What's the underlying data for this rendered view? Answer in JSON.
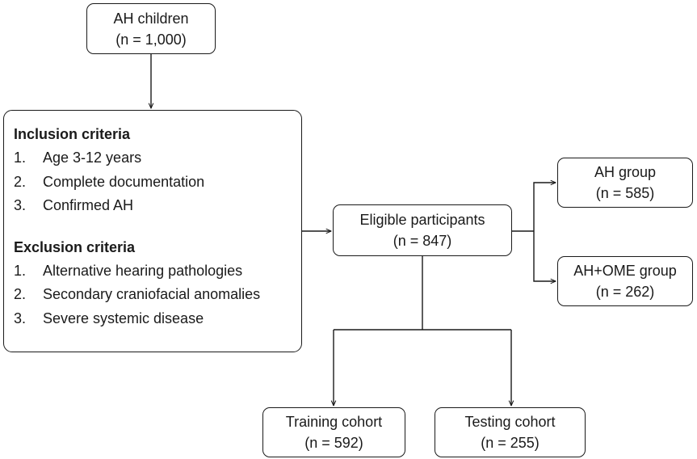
{
  "nodes": {
    "ah_children": {
      "title": "AH children",
      "count": "(n = 1,000)"
    },
    "criteria": {
      "inclusion": {
        "heading": "Inclusion criteria",
        "items": [
          {
            "num": "1.",
            "text": "Age 3-12 years"
          },
          {
            "num": "2.",
            "text": "Complete documentation"
          },
          {
            "num": "3.",
            "text": "Confirmed AH"
          }
        ]
      },
      "exclusion": {
        "heading": "Exclusion criteria",
        "items": [
          {
            "num": "1.",
            "text": "Alternative hearing pathologies"
          },
          {
            "num": "2.",
            "text": "Secondary craniofacial anomalies"
          },
          {
            "num": "3.",
            "text": "Severe systemic disease"
          }
        ]
      }
    },
    "eligible": {
      "title": "Eligible participants",
      "count": "(n = 847)"
    },
    "ah_group": {
      "title": "AH group",
      "count": "(n = 585)"
    },
    "ah_ome_group": {
      "title": "AH+OME group",
      "count": "(n = 262)"
    },
    "training": {
      "title": "Training cohort",
      "count": "(n = 592)"
    },
    "testing": {
      "title": "Testing cohort",
      "count": "(n = 255)"
    }
  },
  "edges": [
    {
      "from": "ah_children",
      "to": "criteria"
    },
    {
      "from": "criteria",
      "to": "eligible"
    },
    {
      "from": "eligible",
      "to": "ah_group"
    },
    {
      "from": "eligible",
      "to": "ah_ome_group"
    },
    {
      "from": "eligible",
      "to": "training"
    },
    {
      "from": "eligible",
      "to": "testing"
    }
  ],
  "colors": {
    "line": "#1a1a1a",
    "background": "#ffffff"
  }
}
